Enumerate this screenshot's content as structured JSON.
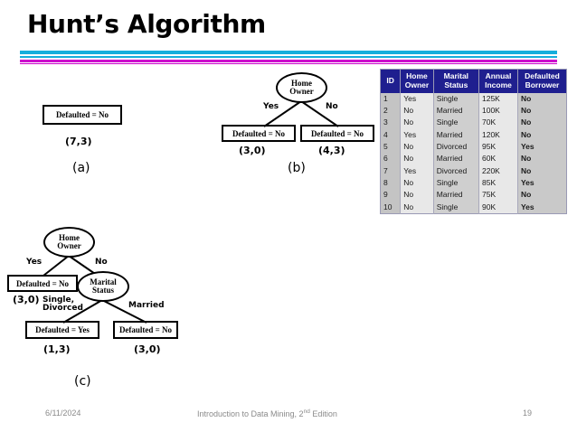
{
  "slide": {
    "title": "Hunt’s Algorithm",
    "page_number": "19",
    "accent_cyan": "#16AEDC",
    "accent_magenta": "#CC00CC",
    "table_header_blue": "#1F1F8F",
    "class_color": "#D40000"
  },
  "footer": {
    "date": "6/11/2024",
    "center_pre": "Introduction to Data Mining, 2",
    "center_sup": "nd",
    "center_post": " Edition",
    "page": "19"
  },
  "table": {
    "columns": [
      "ID",
      "Home Owner",
      "Marital Status",
      "Annual Income",
      "Defaulted Borrower"
    ],
    "columns_split": [
      {
        "line1": "ID",
        "line2": ""
      },
      {
        "line1": "Home",
        "line2": "Owner"
      },
      {
        "line1": "Marital",
        "line2": "Status"
      },
      {
        "line1": "Annual",
        "line2": "Income"
      },
      {
        "line1": "Defaulted",
        "line2": "Borrower"
      }
    ],
    "rows": [
      {
        "id": "1",
        "home_owner": "Yes",
        "marital_status": "Single",
        "annual_income": "125K",
        "defaulted": "No"
      },
      {
        "id": "2",
        "home_owner": "No",
        "marital_status": "Married",
        "annual_income": "100K",
        "defaulted": "No"
      },
      {
        "id": "3",
        "home_owner": "No",
        "marital_status": "Single",
        "annual_income": "70K",
        "defaulted": "No"
      },
      {
        "id": "4",
        "home_owner": "Yes",
        "marital_status": "Married",
        "annual_income": "120K",
        "defaulted": "No"
      },
      {
        "id": "5",
        "home_owner": "No",
        "marital_status": "Divorced",
        "annual_income": "95K",
        "defaulted": "Yes"
      },
      {
        "id": "6",
        "home_owner": "No",
        "marital_status": "Married",
        "annual_income": "60K",
        "defaulted": "No"
      },
      {
        "id": "7",
        "home_owner": "Yes",
        "marital_status": "Divorced",
        "annual_income": "220K",
        "defaulted": "No"
      },
      {
        "id": "8",
        "home_owner": "No",
        "marital_status": "Single",
        "annual_income": "85K",
        "defaulted": "Yes"
      },
      {
        "id": "9",
        "home_owner": "No",
        "marital_status": "Married",
        "annual_income": "75K",
        "defaulted": "No"
      },
      {
        "id": "10",
        "home_owner": "No",
        "marital_status": "Single",
        "annual_income": "90K",
        "defaulted": "Yes"
      }
    ]
  },
  "tree_a": {
    "figure_label": "(a)",
    "root_box": "Defaulted = No",
    "root_counts": "(7,3)"
  },
  "tree_b": {
    "figure_label": "(b)",
    "root_line1": "Home",
    "root_line2": "Owner",
    "edge_yes": "Yes",
    "edge_no": "No",
    "left_box": "Defaulted = No",
    "left_counts": "(3,0)",
    "right_box": "Defaulted = No",
    "right_counts": "(4,3)"
  },
  "tree_c": {
    "figure_label": "(c)",
    "root_line1": "Home",
    "root_line2": "Owner",
    "edge_yes": "Yes",
    "edge_no": "No",
    "left_box": "Defaulted = No",
    "left_counts": "(3,0)",
    "mid_line1": "Marital",
    "mid_line2": "Status",
    "edge_single_l1": "Single,",
    "edge_single_l2": "Divorced",
    "edge_married": "Married",
    "leaf_left_box": "Defaulted = Yes",
    "leaf_left_counts": "(1,3)",
    "leaf_right_box": "Defaulted = No",
    "leaf_right_counts": "(3,0)"
  }
}
